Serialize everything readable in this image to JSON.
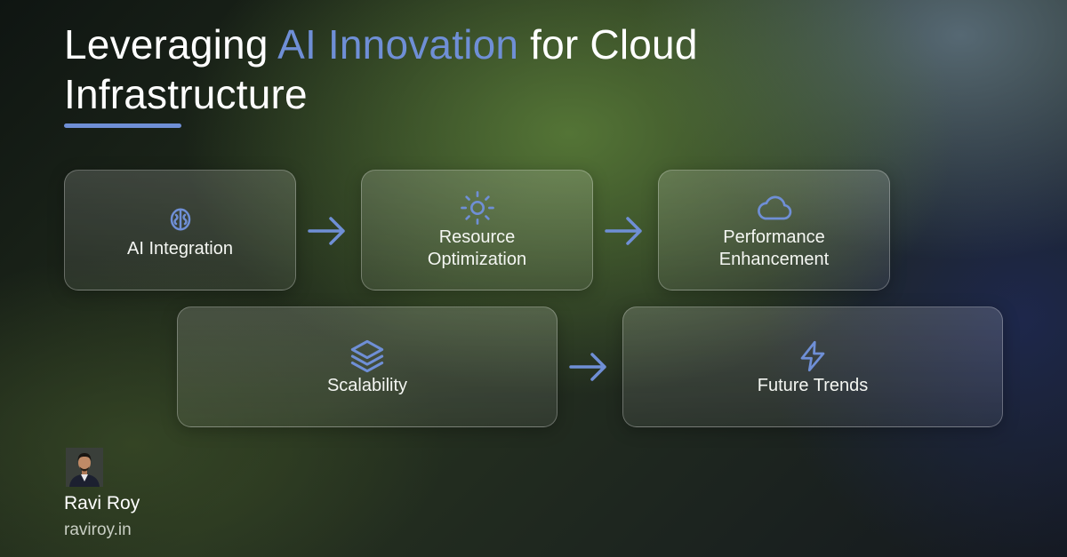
{
  "header": {
    "title_part1": "Leveraging ",
    "title_accent": "AI Innovation",
    "title_part2": " for Cloud Infrastructure"
  },
  "colors": {
    "accent": "#6f8fd6",
    "text": "#ffffff"
  },
  "cards": [
    {
      "label": "AI Integration",
      "icon": "brain-icon"
    },
    {
      "label": "Resource\nOptimization",
      "icon": "sun-icon"
    },
    {
      "label": "Performance\nEnhancement",
      "icon": "cloud-icon"
    },
    {
      "label": "Scalability",
      "icon": "layers-icon"
    },
    {
      "label": "Future Trends",
      "icon": "lightning-icon"
    }
  ],
  "arrows": [
    "arrow-right-icon",
    "arrow-right-icon",
    "arrow-right-icon"
  ],
  "author": {
    "name": "Ravi Roy",
    "website": "raviroy.in"
  }
}
